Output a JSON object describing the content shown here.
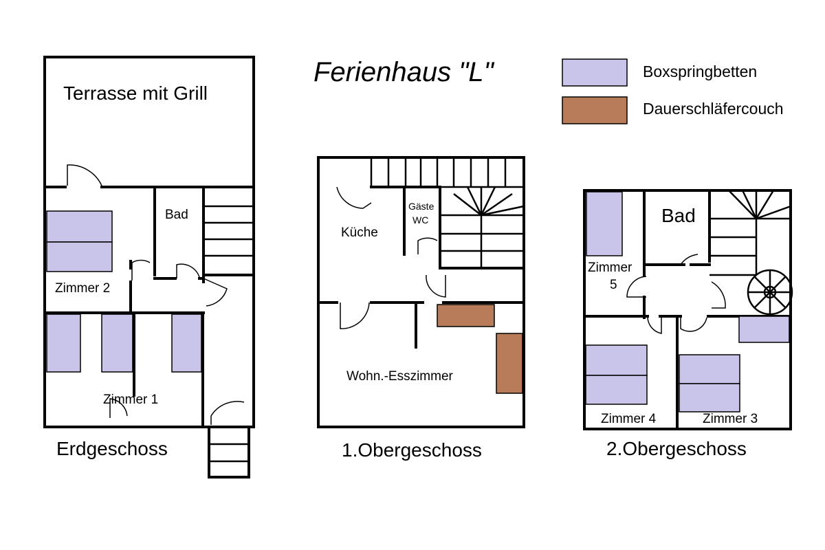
{
  "title": "Ferienhaus \"L\"",
  "legend": [
    {
      "label": "Boxspringbetten",
      "color": "#c8c4ea"
    },
    {
      "label": "Dauerschläfercouch",
      "color": "#b87c5b"
    }
  ],
  "floors": {
    "ground": {
      "name": "Erdgeschoss",
      "rooms": {
        "terrace": "Terrasse mit Grill",
        "bath": "Bad",
        "room2": "Zimmer 2",
        "room1": "Zimmer 1"
      }
    },
    "first": {
      "name": "1.Obergeschoss",
      "rooms": {
        "kitchen": "Küche",
        "guest_wc_line1": "Gäste",
        "guest_wc_line2": "WC",
        "living": "Wohn.-Esszimmer"
      }
    },
    "second": {
      "name": "2.Obergeschoss",
      "rooms": {
        "bath": "Bad",
        "room5_line1": "Zimmer",
        "room5_line2": "5",
        "room4": "Zimmer 4",
        "room3": "Zimmer 3"
      }
    }
  }
}
